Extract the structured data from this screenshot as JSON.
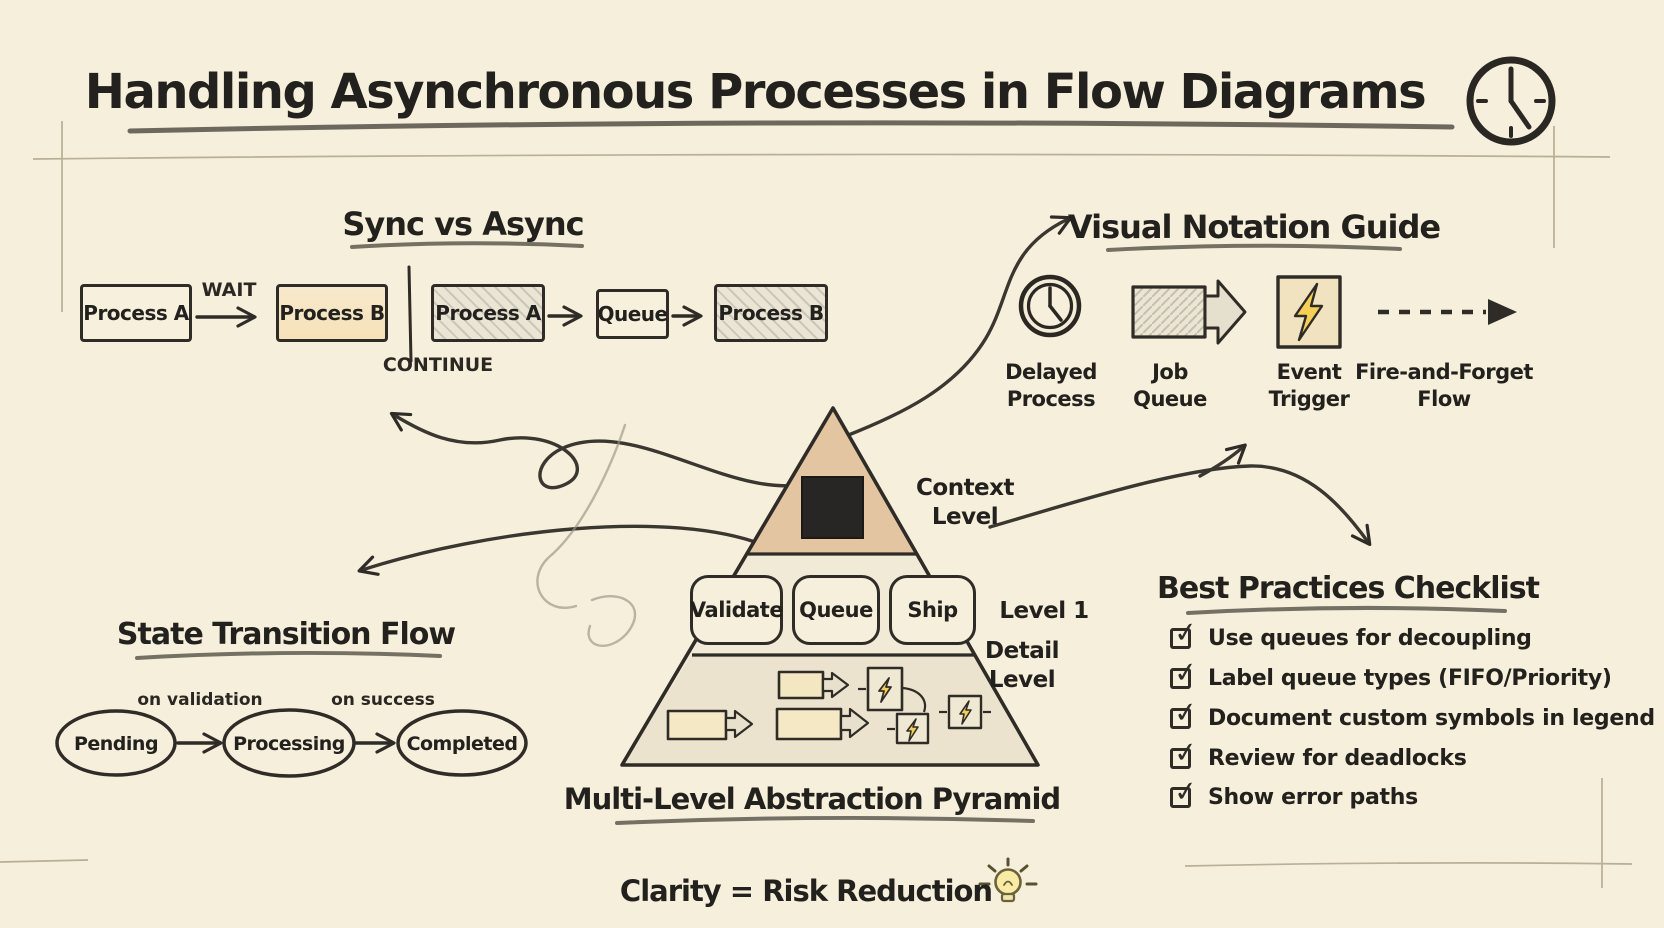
{
  "colors": {
    "background": "#f6efdb",
    "ink": "#2b2824",
    "peach_fill": "#f6e2b8",
    "hatch_fill": "#eae5d5",
    "pyramid_top_tan": "#e3c5a2",
    "lightning_yellow": "#f2cf5a",
    "frame_line": "#b3a88f"
  },
  "header": {
    "title": "Handling Asynchronous Processes in Flow Diagrams"
  },
  "sync_vs_async": {
    "heading": "Sync vs Async",
    "sync": {
      "box_a": "Process A",
      "wait_label": "WAIT",
      "box_b": "Process B"
    },
    "async": {
      "box_a": "Process A",
      "queue_box": "Queue",
      "continue_label": "CONTINUE",
      "box_b": "Process B"
    }
  },
  "visual_notation_guide": {
    "heading": "Visual Notation Guide",
    "items": [
      {
        "icon": "clock",
        "label_line1": "Delayed",
        "label_line2": "Process"
      },
      {
        "icon": "job-queue",
        "label_line1": "Job",
        "label_line2": "Queue"
      },
      {
        "icon": "lightning",
        "label_line1": "Event",
        "label_line2": "Trigger"
      },
      {
        "icon": "dashed-arrow",
        "label_line1": "Fire-and-Forget",
        "label_line2": "Flow"
      }
    ]
  },
  "pyramid": {
    "context_line1": "Context",
    "context_line2": "Level",
    "level1_label": "Level 1",
    "detail_line1": "Detail",
    "detail_line2": "Level",
    "boxes": [
      "Validate",
      "Queue",
      "Ship"
    ],
    "caption": "Multi-Level Abstraction Pyramid"
  },
  "state_transition_flow": {
    "heading": "State Transition Flow",
    "states": [
      "Pending",
      "Processing",
      "Completed"
    ],
    "transition_labels": [
      "on validation",
      "on success"
    ]
  },
  "best_practices": {
    "heading": "Best Practices Checklist",
    "items": [
      "Use queues for decoupling",
      "Label queue types (FIFO/Priority)",
      "Document custom symbols in legend",
      "Review for deadlocks",
      "Show error paths"
    ]
  },
  "footer": {
    "tagline": "Clarity = Risk Reduction"
  }
}
